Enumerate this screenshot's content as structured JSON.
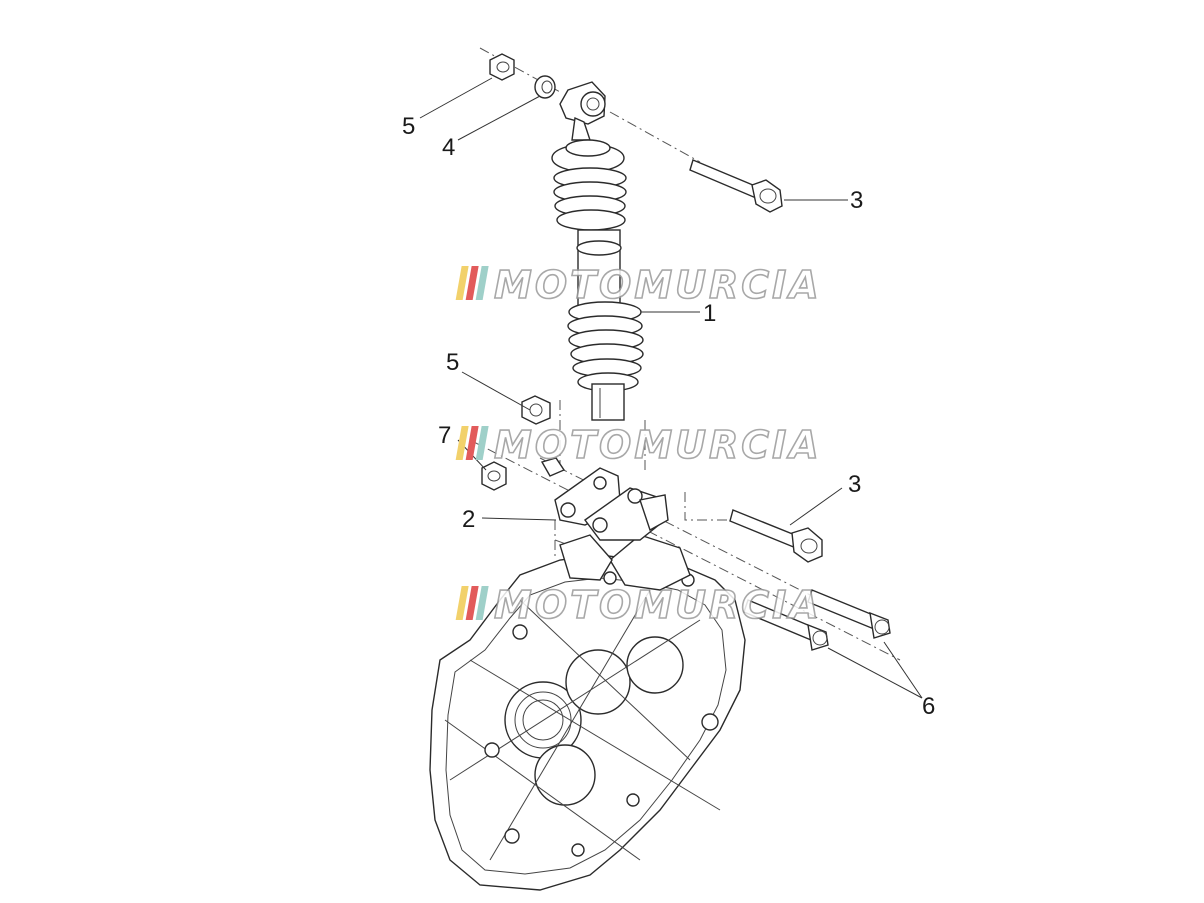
{
  "callouts": {
    "c1": "1",
    "c2": "2",
    "c3_top": "3",
    "c3_mid": "3",
    "c4": "4",
    "c5_top": "5",
    "c5_mid": "5",
    "c6": "6",
    "c7": "7"
  },
  "watermark": {
    "text": "MOTOMURCIA",
    "stripe_colors": [
      "#f2d16b",
      "#e25b5b",
      "#9fd0c9"
    ]
  }
}
